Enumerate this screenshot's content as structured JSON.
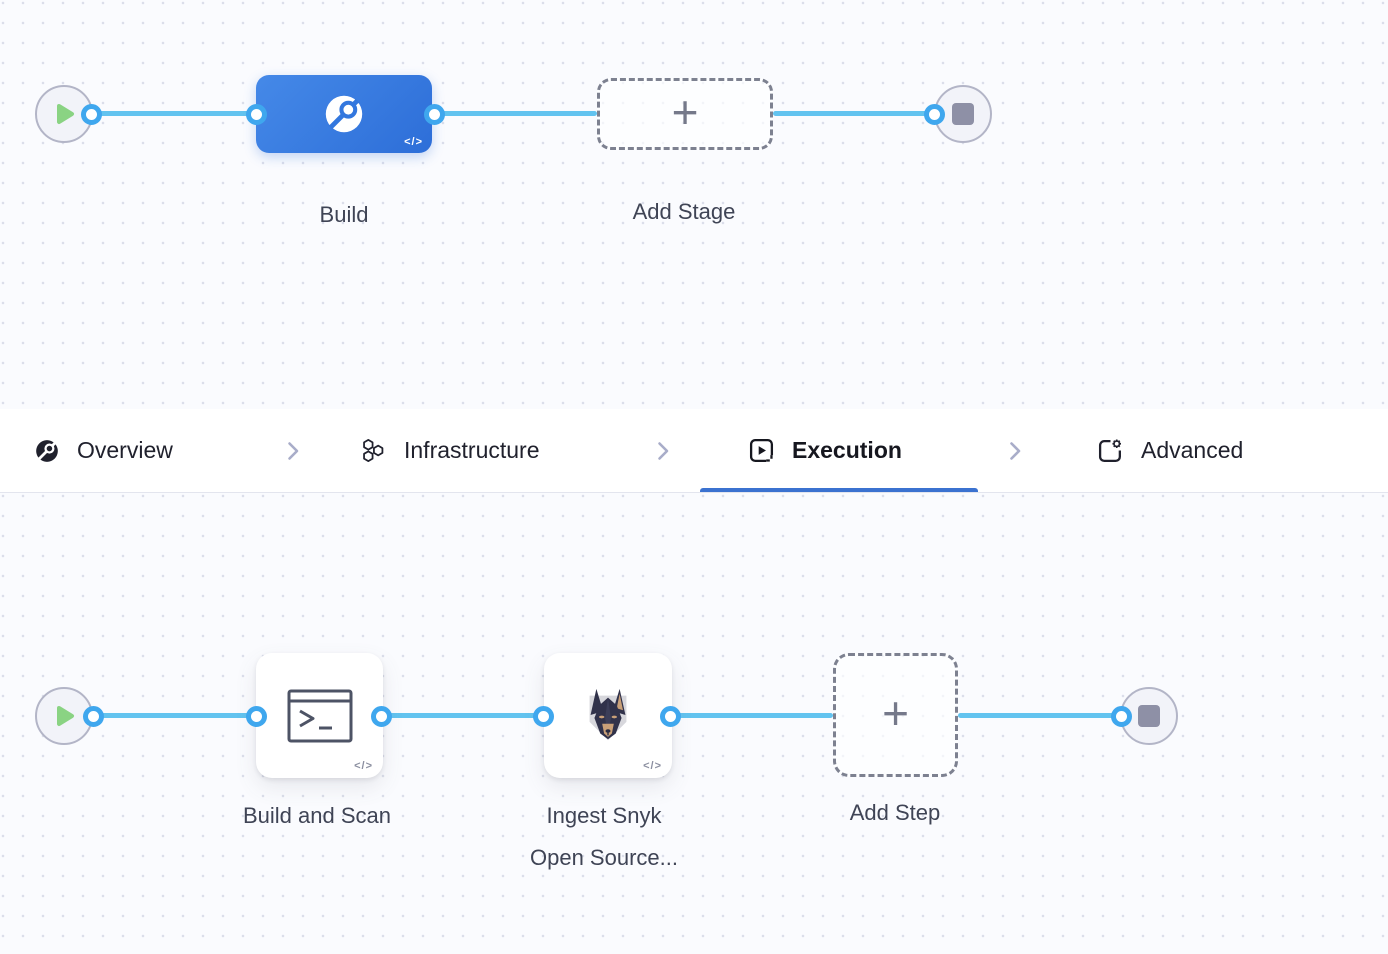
{
  "stage_pipeline": {
    "build_stage": {
      "label": "Build",
      "code_badge": "</>"
    },
    "add_stage": {
      "label": "Add Stage",
      "plus": "+"
    }
  },
  "tab_bar": {
    "tabs": [
      {
        "label": "Overview",
        "icon": "ci-circle-icon",
        "active": false
      },
      {
        "label": "Infrastructure",
        "icon": "hexagons-icon",
        "active": false
      },
      {
        "label": "Execution",
        "icon": "play-square-icon",
        "active": true
      },
      {
        "label": "Advanced",
        "icon": "gear-square-icon",
        "active": false
      }
    ]
  },
  "step_pipeline": {
    "build_and_scan_step": {
      "label": "Build and Scan",
      "code_badge": "</>"
    },
    "snyk_step": {
      "label_line1": "Ingest Snyk",
      "label_line2": "Open Source...",
      "code_badge": "</>"
    },
    "add_step": {
      "label": "Add Step",
      "plus": "+"
    }
  },
  "colors": {
    "edge_blue": "#62c3ef",
    "port_ring_blue": "#3fa7ee",
    "stage_blue_start": "#4589e8",
    "stage_blue_end": "#2d6ed8",
    "play_green": "#8ad383",
    "stop_gray": "#8e90a6",
    "active_tab_underline": "#3b72d0",
    "dashed_border": "#7d8190",
    "canvas_bg": "#fafbfe"
  }
}
